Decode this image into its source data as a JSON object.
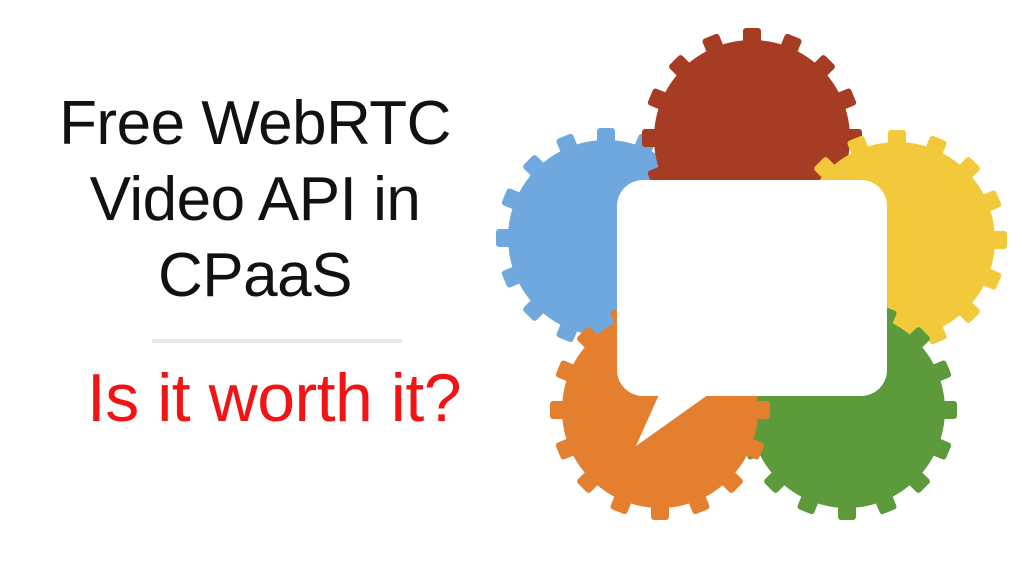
{
  "headline": {
    "line1": "Free WebRTC",
    "line2": "Video API in",
    "line3": "CPaaS"
  },
  "subheadline": "Is it worth it?",
  "colors": {
    "headline": "#111111",
    "subheadline": "#f21414",
    "gear_red": "#a63c24",
    "gear_yellow": "#f2c93a",
    "gear_green": "#5c9a3c",
    "gear_orange": "#e37f2f",
    "gear_blue": "#6ea8de",
    "bubble": "#ffffff"
  },
  "logo": {
    "name": "webrtc-logo-icon",
    "parts": [
      "red-gear",
      "yellow-gear",
      "green-gear",
      "orange-gear",
      "blue-gear",
      "chat-bubble-icon"
    ]
  }
}
